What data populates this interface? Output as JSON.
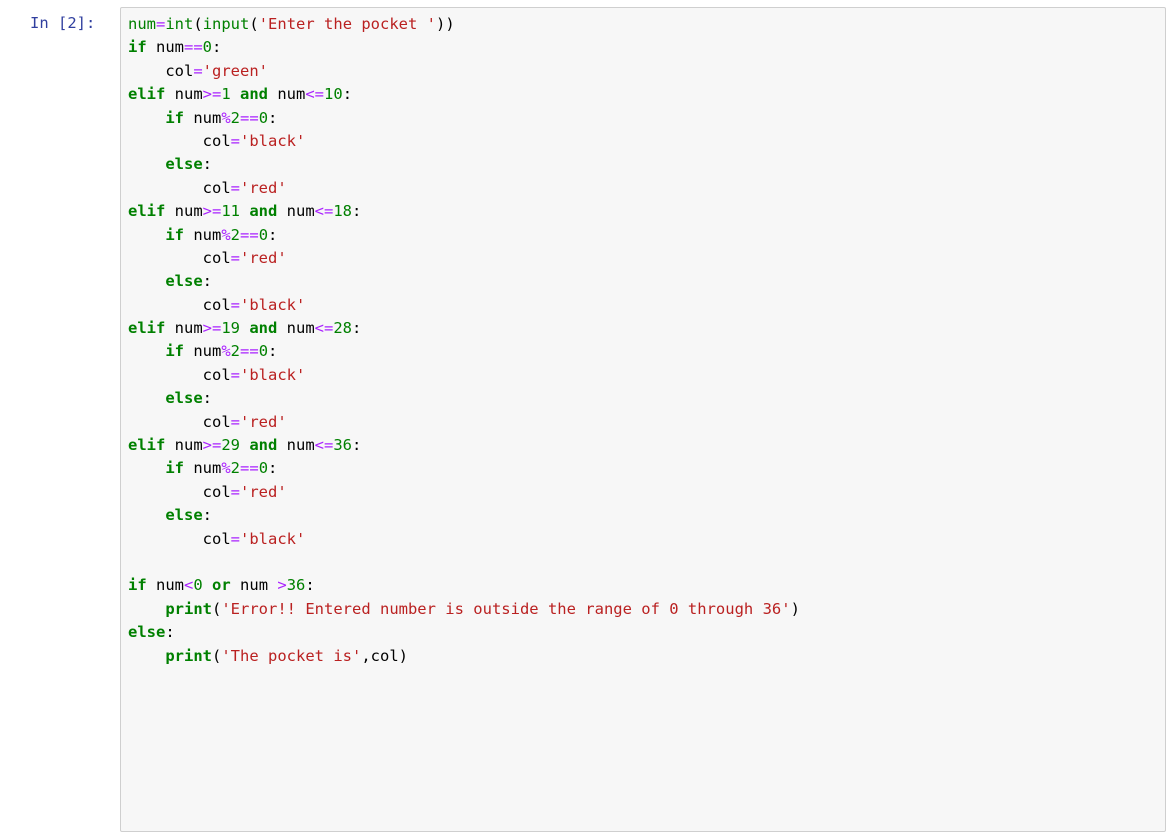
{
  "cell": {
    "prompt": "In [2]:",
    "code_lines": [
      [
        [
          "bi",
          "num"
        ],
        [
          "op",
          "="
        ],
        [
          "bi",
          "int"
        ],
        [
          "plain",
          "("
        ],
        [
          "bi",
          "input"
        ],
        [
          "plain",
          "("
        ],
        [
          "str",
          "'Enter the pocket '"
        ],
        [
          "plain",
          "))"
        ]
      ],
      [
        [
          "kw",
          "if"
        ],
        [
          "plain",
          " num"
        ],
        [
          "op",
          "=="
        ],
        [
          "num",
          "0"
        ],
        [
          "plain",
          ":"
        ]
      ],
      [
        [
          "plain",
          "    col"
        ],
        [
          "op",
          "="
        ],
        [
          "str",
          "'green'"
        ]
      ],
      [
        [
          "kw",
          "elif"
        ],
        [
          "plain",
          " num"
        ],
        [
          "op",
          ">="
        ],
        [
          "num",
          "1"
        ],
        [
          "plain",
          " "
        ],
        [
          "kw",
          "and"
        ],
        [
          "plain",
          " num"
        ],
        [
          "op",
          "<="
        ],
        [
          "num",
          "10"
        ],
        [
          "plain",
          ":"
        ]
      ],
      [
        [
          "plain",
          "    "
        ],
        [
          "kw",
          "if"
        ],
        [
          "plain",
          " num"
        ],
        [
          "op",
          "%"
        ],
        [
          "num",
          "2"
        ],
        [
          "op",
          "=="
        ],
        [
          "num",
          "0"
        ],
        [
          "plain",
          ":"
        ]
      ],
      [
        [
          "plain",
          "        col"
        ],
        [
          "op",
          "="
        ],
        [
          "str",
          "'black'"
        ]
      ],
      [
        [
          "plain",
          "    "
        ],
        [
          "kw",
          "else"
        ],
        [
          "plain",
          ":"
        ]
      ],
      [
        [
          "plain",
          "        col"
        ],
        [
          "op",
          "="
        ],
        [
          "str",
          "'red'"
        ]
      ],
      [
        [
          "kw",
          "elif"
        ],
        [
          "plain",
          " num"
        ],
        [
          "op",
          ">="
        ],
        [
          "num",
          "11"
        ],
        [
          "plain",
          " "
        ],
        [
          "kw",
          "and"
        ],
        [
          "plain",
          " num"
        ],
        [
          "op",
          "<="
        ],
        [
          "num",
          "18"
        ],
        [
          "plain",
          ":"
        ]
      ],
      [
        [
          "plain",
          "    "
        ],
        [
          "kw",
          "if"
        ],
        [
          "plain",
          " num"
        ],
        [
          "op",
          "%"
        ],
        [
          "num",
          "2"
        ],
        [
          "op",
          "=="
        ],
        [
          "num",
          "0"
        ],
        [
          "plain",
          ":"
        ]
      ],
      [
        [
          "plain",
          "        col"
        ],
        [
          "op",
          "="
        ],
        [
          "str",
          "'red'"
        ]
      ],
      [
        [
          "plain",
          "    "
        ],
        [
          "kw",
          "else"
        ],
        [
          "plain",
          ":"
        ]
      ],
      [
        [
          "plain",
          "        col"
        ],
        [
          "op",
          "="
        ],
        [
          "str",
          "'black'"
        ]
      ],
      [
        [
          "kw",
          "elif"
        ],
        [
          "plain",
          " num"
        ],
        [
          "op",
          ">="
        ],
        [
          "num",
          "19"
        ],
        [
          "plain",
          " "
        ],
        [
          "kw",
          "and"
        ],
        [
          "plain",
          " num"
        ],
        [
          "op",
          "<="
        ],
        [
          "num",
          "28"
        ],
        [
          "plain",
          ":"
        ]
      ],
      [
        [
          "plain",
          "    "
        ],
        [
          "kw",
          "if"
        ],
        [
          "plain",
          " num"
        ],
        [
          "op",
          "%"
        ],
        [
          "num",
          "2"
        ],
        [
          "op",
          "=="
        ],
        [
          "num",
          "0"
        ],
        [
          "plain",
          ":"
        ]
      ],
      [
        [
          "plain",
          "        col"
        ],
        [
          "op",
          "="
        ],
        [
          "str",
          "'black'"
        ]
      ],
      [
        [
          "plain",
          "    "
        ],
        [
          "kw",
          "else"
        ],
        [
          "plain",
          ":"
        ]
      ],
      [
        [
          "plain",
          "        col"
        ],
        [
          "op",
          "="
        ],
        [
          "str",
          "'red'"
        ]
      ],
      [
        [
          "kw",
          "elif"
        ],
        [
          "plain",
          " num"
        ],
        [
          "op",
          ">="
        ],
        [
          "num",
          "29"
        ],
        [
          "plain",
          " "
        ],
        [
          "kw",
          "and"
        ],
        [
          "plain",
          " num"
        ],
        [
          "op",
          "<="
        ],
        [
          "num",
          "36"
        ],
        [
          "plain",
          ":"
        ]
      ],
      [
        [
          "plain",
          "    "
        ],
        [
          "kw",
          "if"
        ],
        [
          "plain",
          " num"
        ],
        [
          "op",
          "%"
        ],
        [
          "num",
          "2"
        ],
        [
          "op",
          "=="
        ],
        [
          "num",
          "0"
        ],
        [
          "plain",
          ":"
        ]
      ],
      [
        [
          "plain",
          "        col"
        ],
        [
          "op",
          "="
        ],
        [
          "str",
          "'red'"
        ]
      ],
      [
        [
          "plain",
          "    "
        ],
        [
          "kw",
          "else"
        ],
        [
          "plain",
          ":"
        ]
      ],
      [
        [
          "plain",
          "        col"
        ],
        [
          "op",
          "="
        ],
        [
          "str",
          "'black'"
        ]
      ],
      [],
      [
        [
          "kw",
          "if"
        ],
        [
          "plain",
          " num"
        ],
        [
          "op",
          "<"
        ],
        [
          "num",
          "0"
        ],
        [
          "plain",
          " "
        ],
        [
          "kw",
          "or"
        ],
        [
          "plain",
          " num "
        ],
        [
          "op",
          ">"
        ],
        [
          "num",
          "36"
        ],
        [
          "plain",
          ":"
        ]
      ],
      [
        [
          "plain",
          "    "
        ],
        [
          "kw",
          "print"
        ],
        [
          "plain",
          "("
        ],
        [
          "str",
          "'Error!! Entered number is outside the range of 0 through 36'"
        ],
        [
          "plain",
          ")"
        ]
      ],
      [
        [
          "kw",
          "else"
        ],
        [
          "plain",
          ":"
        ]
      ],
      [
        [
          "plain",
          "    "
        ],
        [
          "kw",
          "print"
        ],
        [
          "plain",
          "("
        ],
        [
          "str",
          "'The pocket is'"
        ],
        [
          "plain",
          ",col)"
        ]
      ]
    ]
  }
}
